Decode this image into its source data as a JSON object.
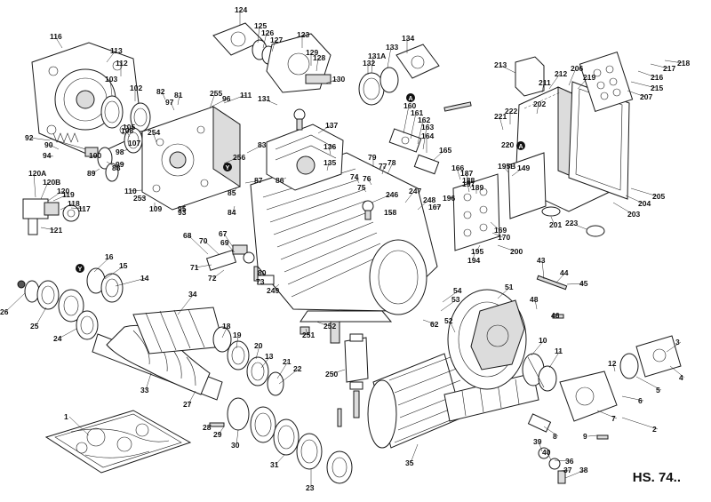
{
  "diagram": {
    "caption": "HS. 74..",
    "callouts": [
      "1",
      "2",
      "3",
      "4",
      "5",
      "6",
      "7",
      "8",
      "9",
      "10",
      "11",
      "12",
      "13",
      "14",
      "15",
      "16",
      "18",
      "19",
      "20",
      "21",
      "22",
      "23",
      "24",
      "25",
      "26",
      "27",
      "28",
      "29",
      "30",
      "31",
      "33",
      "34",
      "35",
      "36",
      "37",
      "38",
      "39",
      "40",
      "43",
      "44",
      "45",
      "46",
      "48",
      "51",
      "52",
      "53",
      "54",
      "62",
      "67",
      "68",
      "69",
      "70",
      "71",
      "72",
      "73",
      "74",
      "75",
      "76",
      "77",
      "78",
      "79",
      "80",
      "81",
      "82",
      "83",
      "84",
      "85",
      "86",
      "87",
      "88",
      "89",
      "90",
      "92",
      "93",
      "94",
      "95",
      "96",
      "97",
      "98",
      "99",
      "100",
      "102",
      "103",
      "105",
      "107",
      "108",
      "109",
      "110",
      "111",
      "112",
      "113",
      "116",
      "117",
      "118",
      "119",
      "120",
      "120A",
      "120B",
      "121",
      "123",
      "124",
      "125",
      "126",
      "127",
      "128",
      "129",
      "130",
      "131",
      "131A",
      "132",
      "133",
      "134",
      "135",
      "136",
      "137",
      "149",
      "158",
      "160",
      "161",
      "162",
      "163",
      "164",
      "165",
      "166",
      "167",
      "169",
      "170",
      "187",
      "188",
      "189",
      "194",
      "195",
      "195B",
      "196",
      "197",
      "200",
      "201",
      "202",
      "203",
      "204",
      "205",
      "206",
      "207",
      "211",
      "212",
      "213",
      "215",
      "216",
      "217",
      "218",
      "219",
      "220",
      "221",
      "222",
      "223",
      "246",
      "247",
      "248",
      "249",
      "250",
      "251",
      "252",
      "253",
      "254",
      "255",
      "256"
    ],
    "markers": [
      "A",
      "Y"
    ]
  }
}
